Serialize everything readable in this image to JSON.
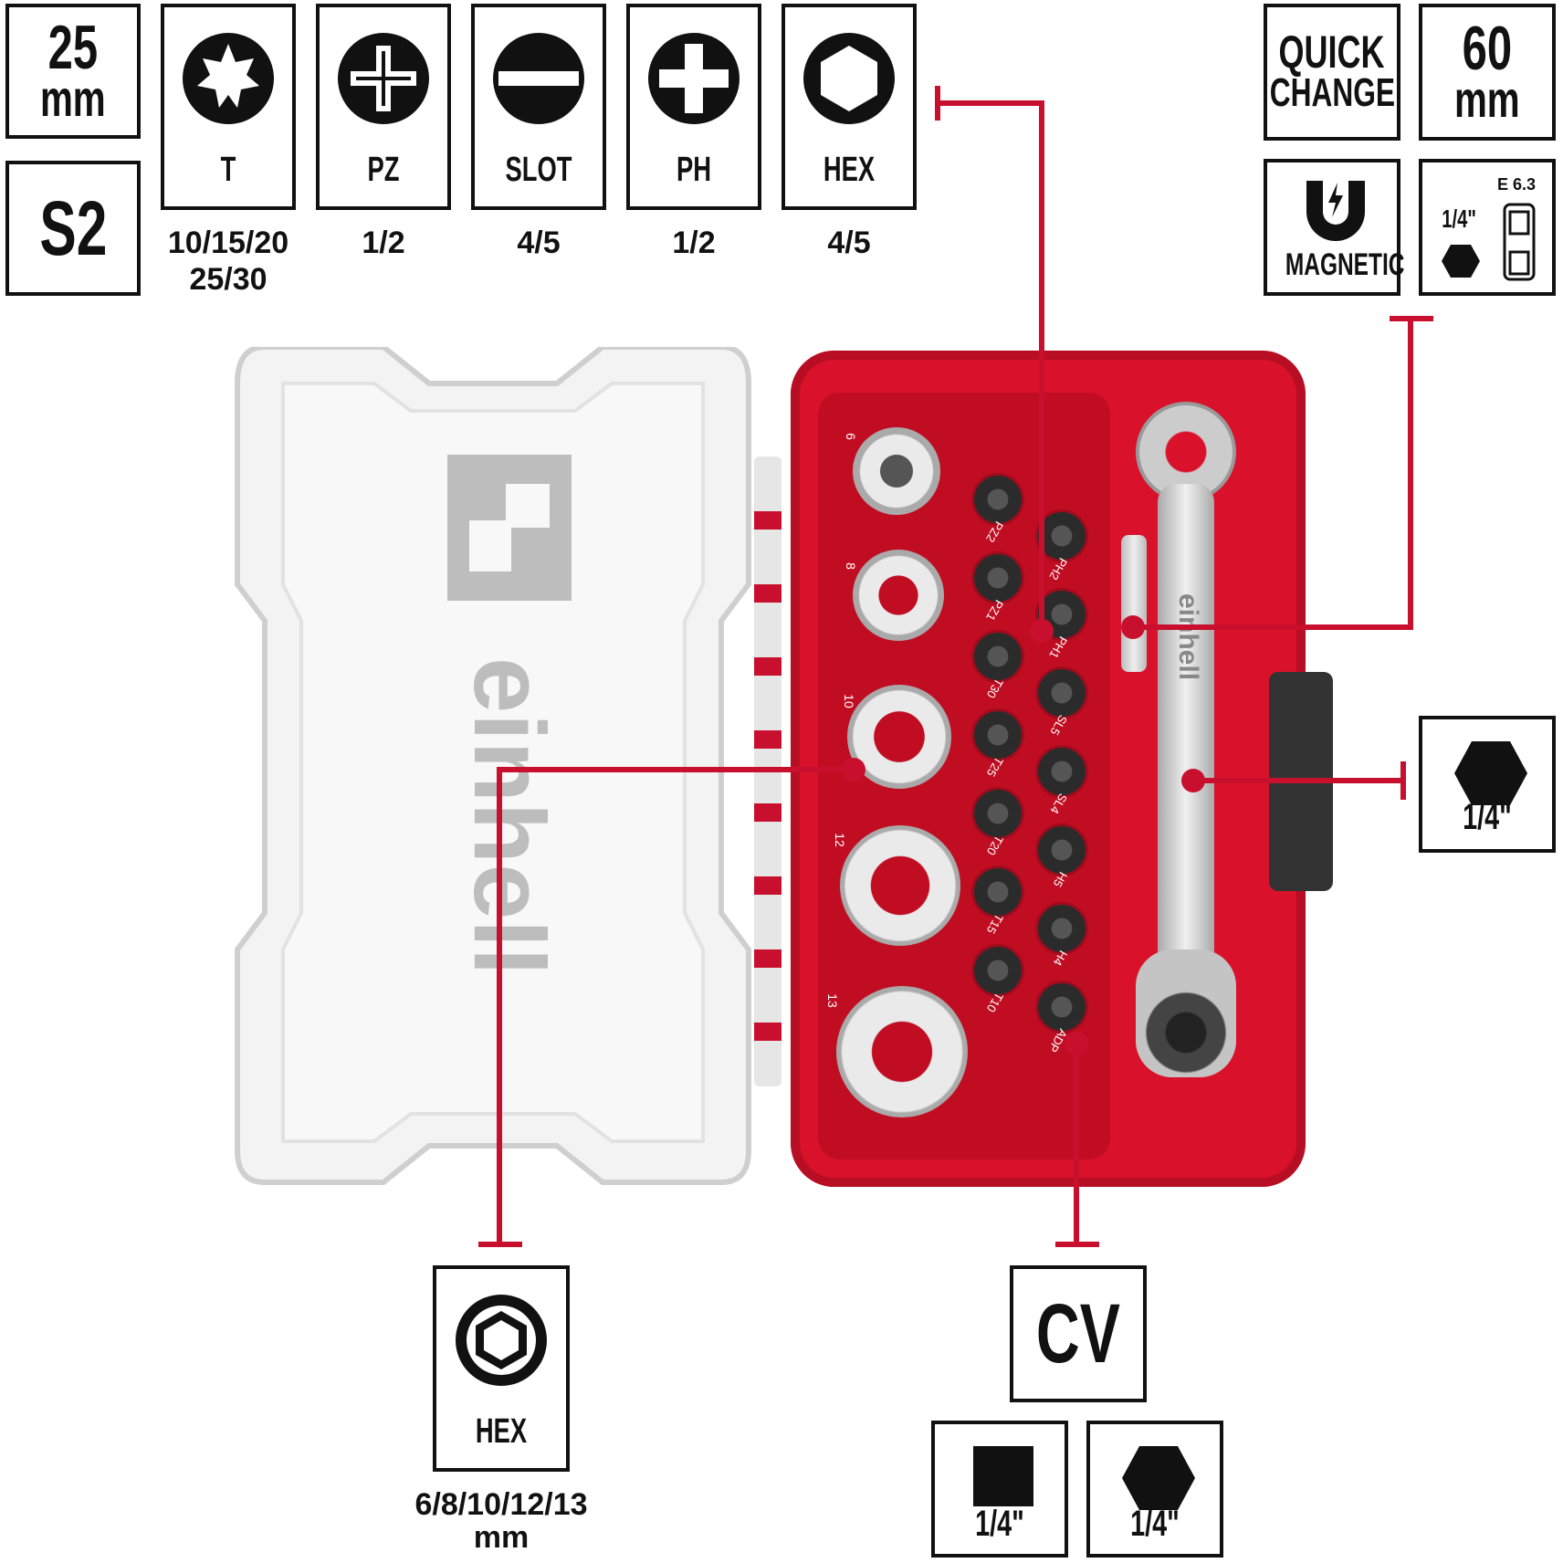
{
  "spec": {
    "bit_length": {
      "value": "25",
      "unit": "mm"
    },
    "material": "S2",
    "quick_change": {
      "line1": "QUICK",
      "line2": "CHANGE"
    },
    "bit_holder_length": {
      "value": "60",
      "unit": "mm"
    },
    "magnetic": "MAGNETIC",
    "drive": {
      "fraction": "1/4\"",
      "standard": "E 6.3"
    }
  },
  "bit_types": [
    {
      "icon": "torx-icon",
      "label": "T",
      "sizes_line1": "10/15/20",
      "sizes_line2": "25/30"
    },
    {
      "icon": "pozidriv-icon",
      "label": "PZ",
      "sizes_line1": "1/2",
      "sizes_line2": ""
    },
    {
      "icon": "slot-icon",
      "label": "SLOT",
      "sizes_line1": "4/5",
      "sizes_line2": ""
    },
    {
      "icon": "phillips-icon",
      "label": "PH",
      "sizes_line1": "1/2",
      "sizes_line2": ""
    },
    {
      "icon": "hex-icon",
      "label": "HEX",
      "sizes_line1": "4/5",
      "sizes_line2": ""
    }
  ],
  "ratchet_drive": {
    "icon": "hex-solid-icon",
    "label": "1/4\""
  },
  "sockets": {
    "icon": "hex-socket-icon",
    "label": "HEX",
    "sizes": "6/8/10/12/13",
    "unit": "mm"
  },
  "adapter": {
    "material": "CV",
    "square": "1/4\"",
    "hex": "1/4\""
  },
  "case": {
    "brand": "einhell",
    "socket_labels": [
      "6",
      "8",
      "10",
      "12",
      "13"
    ],
    "bit_labels": [
      "PZ2",
      "PH2",
      "PZ1",
      "PH1",
      "T30",
      "SL5",
      "T25",
      "SL4",
      "T20",
      "H5",
      "T15",
      "H4",
      "T10",
      "ADP"
    ]
  },
  "colors": {
    "accent": "#c8102e",
    "case_red": "#d9112a",
    "text": "#111111"
  }
}
